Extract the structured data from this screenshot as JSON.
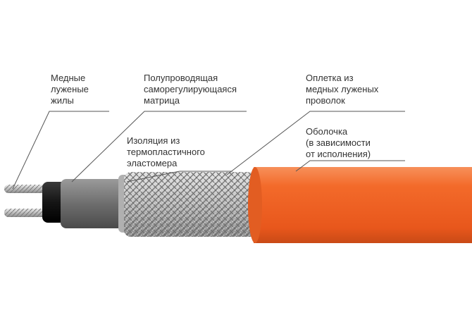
{
  "labels": {
    "conductors": "Медные\nлуженые\nжилы",
    "matrix": "Полупроводящая\nсаморегулирующаяся\nматрица",
    "braid": "Оплетка из\nмедных луженых\nпроволок",
    "insulation": "Изоляция из\nтермопластичного\nэластомера",
    "jacket": "Оболочка\n(в зависимости\nот исполнения)"
  },
  "colors": {
    "jacket": "#f36a2a",
    "braid": "#b8b8b8",
    "matrix": "#6f6f6f",
    "insulation": "#1c1c1c",
    "conductor": "#c9c9c9",
    "leader_line": "#555555",
    "text": "#333333"
  }
}
